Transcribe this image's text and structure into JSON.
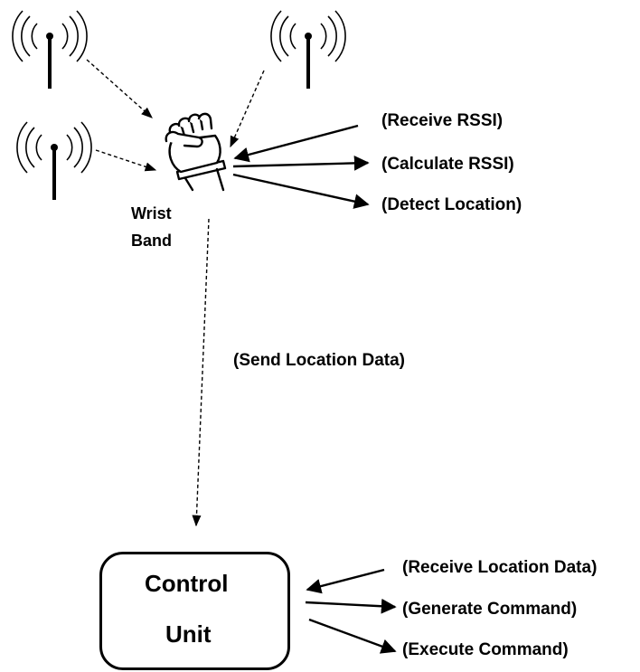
{
  "wrist_band": {
    "line1": "Wrist",
    "line2": "Band"
  },
  "band_actions": {
    "receive": "(Receive RSSI)",
    "calculate": "(Calculate RSSI)",
    "detect": "(Detect Location)"
  },
  "link_label": "(Send Location Data)",
  "control_unit": {
    "line1": "Control",
    "line2": "Unit"
  },
  "unit_actions": {
    "receive": "(Receive Location Data)",
    "generate": "(Generate Command)",
    "execute": "(Execute Command)"
  },
  "icons": [
    "antenna-icon",
    "antenna-icon",
    "antenna-icon",
    "wrist-band-fist-icon"
  ]
}
